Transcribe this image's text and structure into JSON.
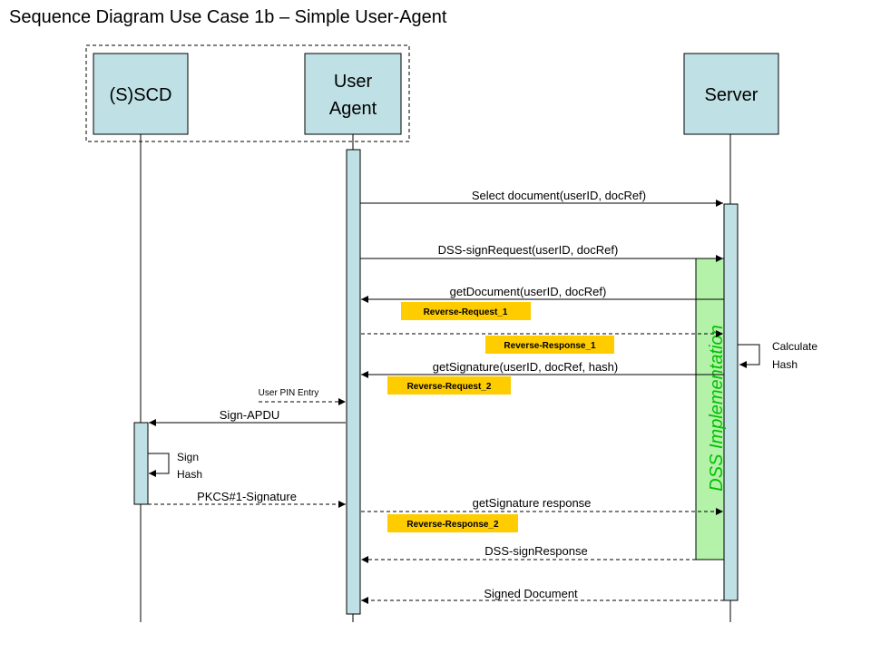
{
  "title": "Sequence Diagram Use Case 1b – Simple User-Agent",
  "participants": {
    "scd": "(S)SCD",
    "user_agent_line1": "User",
    "user_agent_line2": "Agent",
    "server": "Server"
  },
  "messages": {
    "select_document": "Select document(userID, docRef)",
    "sign_request": "DSS-signRequest(userID, docRef)",
    "get_document": "getDocument(userID, docRef)",
    "get_signature": "getSignature(userID, docRef, hash)",
    "user_pin_entry": "User PIN Entry",
    "sign_apdu": "Sign-APDU",
    "pkcs_signature": "PKCS#1-Signature",
    "get_signature_response": "getSignature response",
    "sign_response": "DSS-signResponse",
    "signed_document": "Signed Document"
  },
  "self_calls": {
    "sign_hash_line1": "Sign",
    "sign_hash_line2": "Hash",
    "calc_hash_line1": "Calculate",
    "calc_hash_line2": "Hash"
  },
  "tags": {
    "reverse_request_1": "Reverse-Request_1",
    "reverse_response_1": "Reverse-Response_1",
    "reverse_request_2": "Reverse-Request_2",
    "reverse_response_2": "Reverse-Response_2"
  },
  "dss_implementation": "DSS Implementation",
  "colors": {
    "participant_fill": "#bfe0e4",
    "activation_fill": "#bfe0e4",
    "dss_fill": "#b3f2a8",
    "tag_fill": "#ffcc00",
    "dss_label": "#00c000"
  }
}
